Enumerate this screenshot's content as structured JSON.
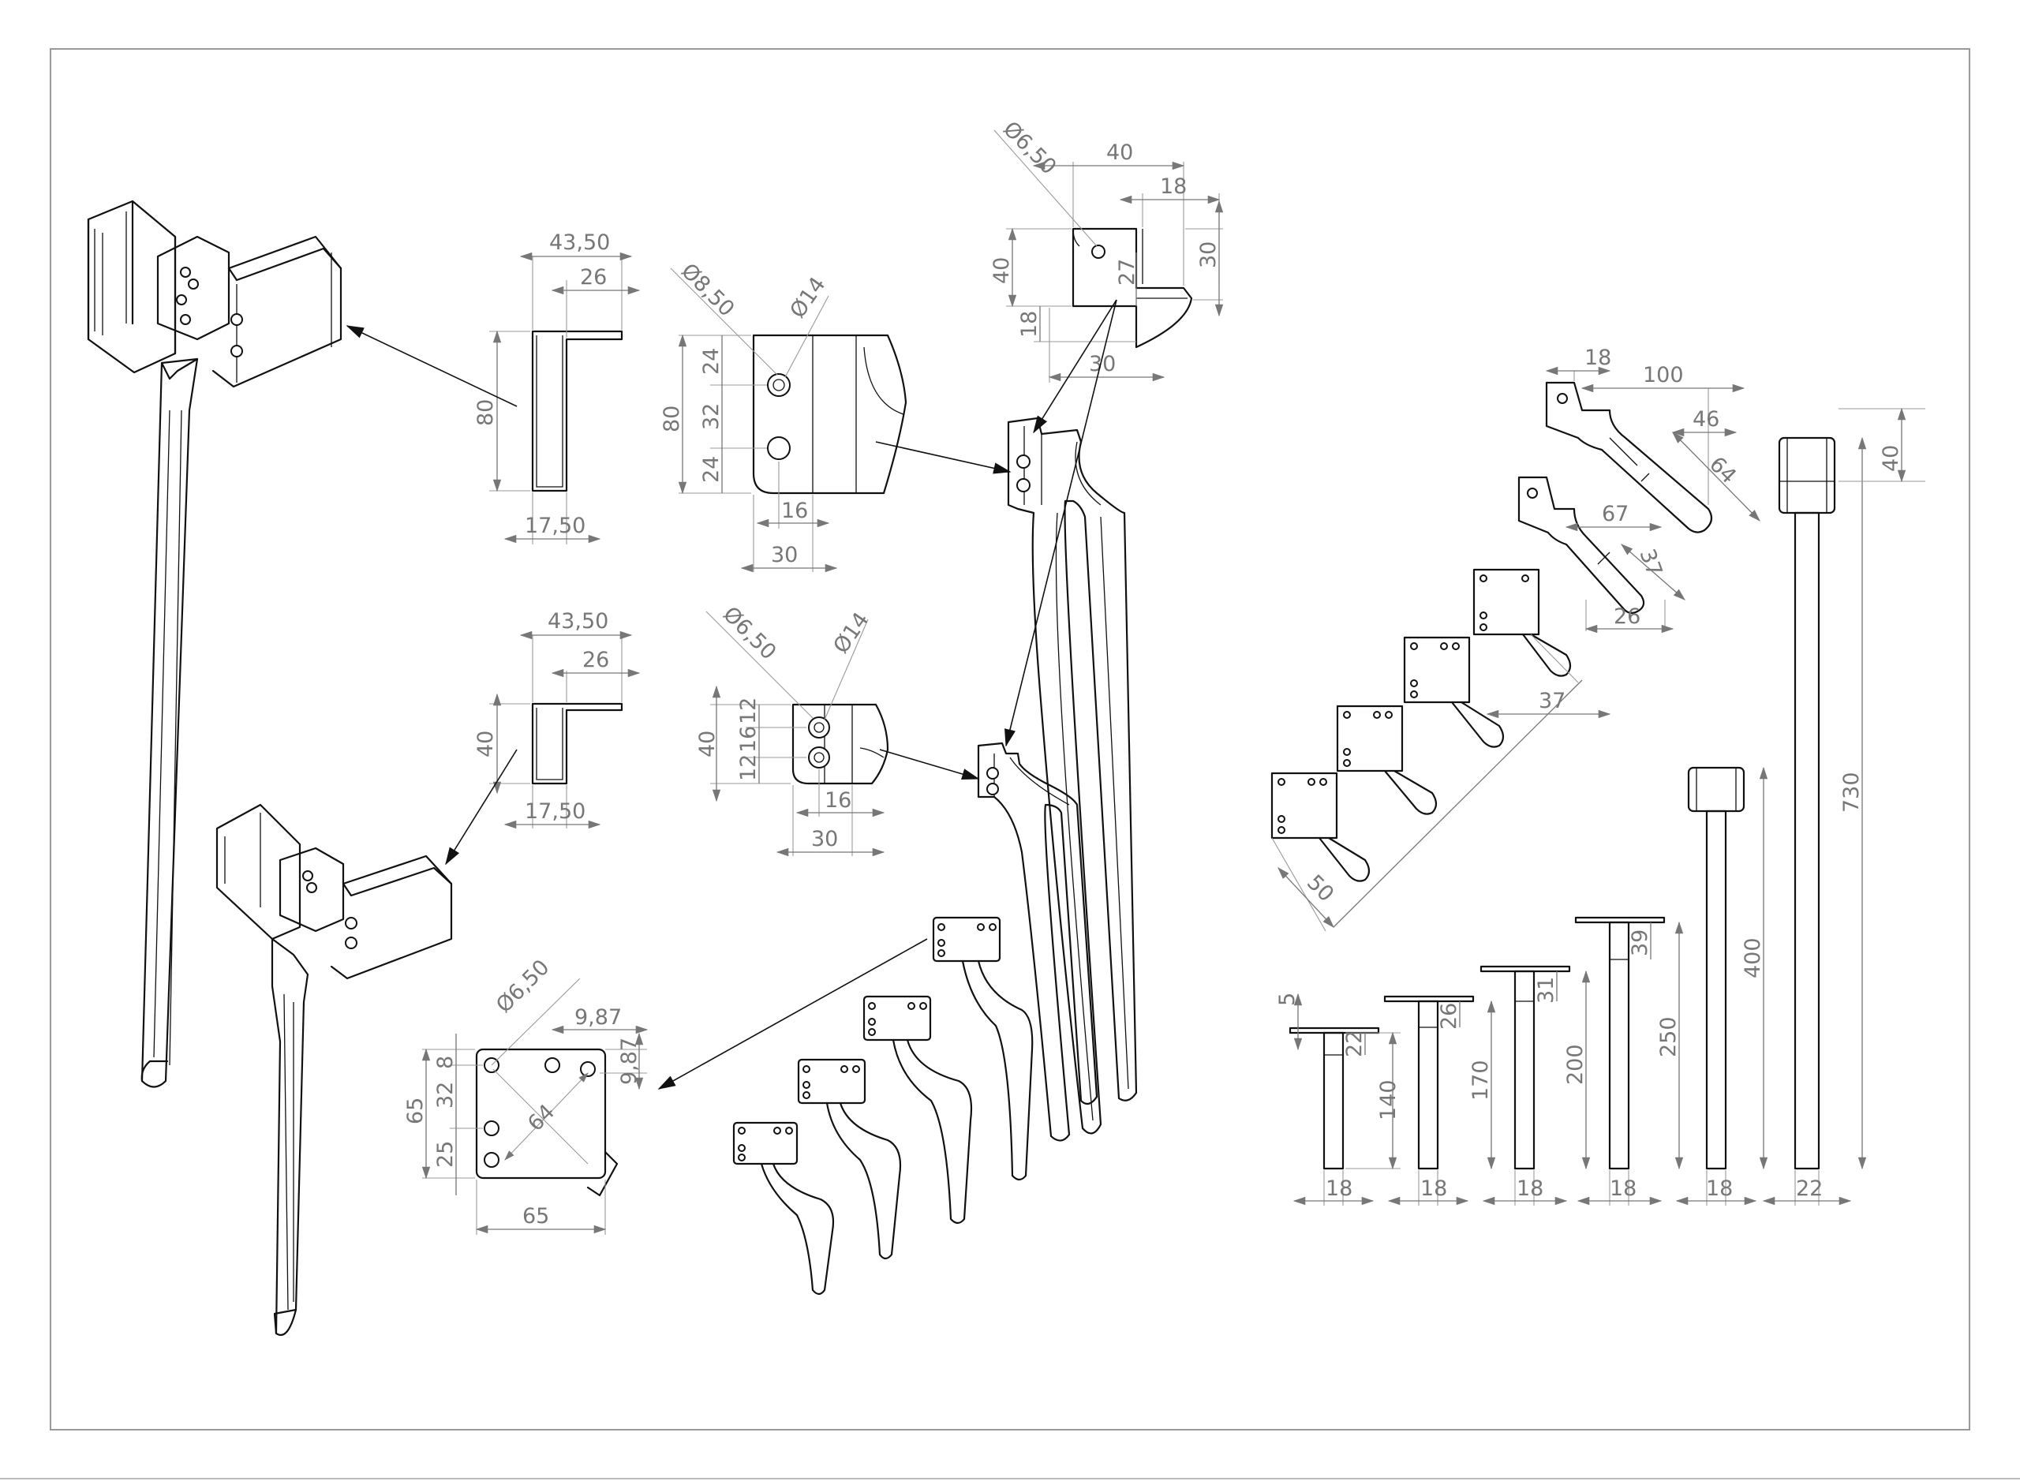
{
  "drawing": {
    "description_free": true,
    "frame_color": "#999999",
    "line_color": "#111111",
    "dimension_color": "#777777"
  },
  "views": {
    "profile_top": {
      "width_total": "43,50",
      "width_flange": "26",
      "height": "80",
      "wall": "17,50"
    },
    "profile_mid": {
      "width_total": "43,50",
      "width_flange": "26",
      "height": "40",
      "wall": "17,50"
    },
    "bracket_large": {
      "hole_a": "Ø8,50",
      "hole_b": "Ø14",
      "height": "80",
      "s1": "24",
      "s2": "32",
      "s3": "24",
      "off": "16",
      "width": "30"
    },
    "bracket_small": {
      "hole_a": "Ø6,50",
      "hole_b": "Ø14",
      "height": "40",
      "s1": "12",
      "s2": "16",
      "s3": "12",
      "off": "16",
      "width": "30"
    },
    "corner_plate": {
      "hole": "Ø6,50",
      "w_top": "40",
      "w_right": "18",
      "h_right": "30",
      "h_left": "40",
      "h_low": "18",
      "depth": "27",
      "w_bottom": "30"
    },
    "square_plate": {
      "hole": "Ø6,50",
      "d1": "9,87",
      "d2": "9,87",
      "diag": "64",
      "s1": "8",
      "s2": "32",
      "s3": "25",
      "height": "65",
      "width": "65"
    },
    "angle_legs": {
      "a": "18",
      "b": "100",
      "c": "46",
      "d": "64",
      "e": "67",
      "f": "37",
      "g": "26",
      "h": "37",
      "i": "50"
    },
    "straight_legs": {
      "plate_t": "5",
      "heights": [
        "140",
        "170",
        "200",
        "250",
        "400",
        "730"
      ],
      "collars": [
        "22",
        "26",
        "31",
        "39",
        "",
        "40"
      ],
      "widths": [
        "18",
        "18",
        "18",
        "18",
        "18",
        "22"
      ]
    }
  }
}
